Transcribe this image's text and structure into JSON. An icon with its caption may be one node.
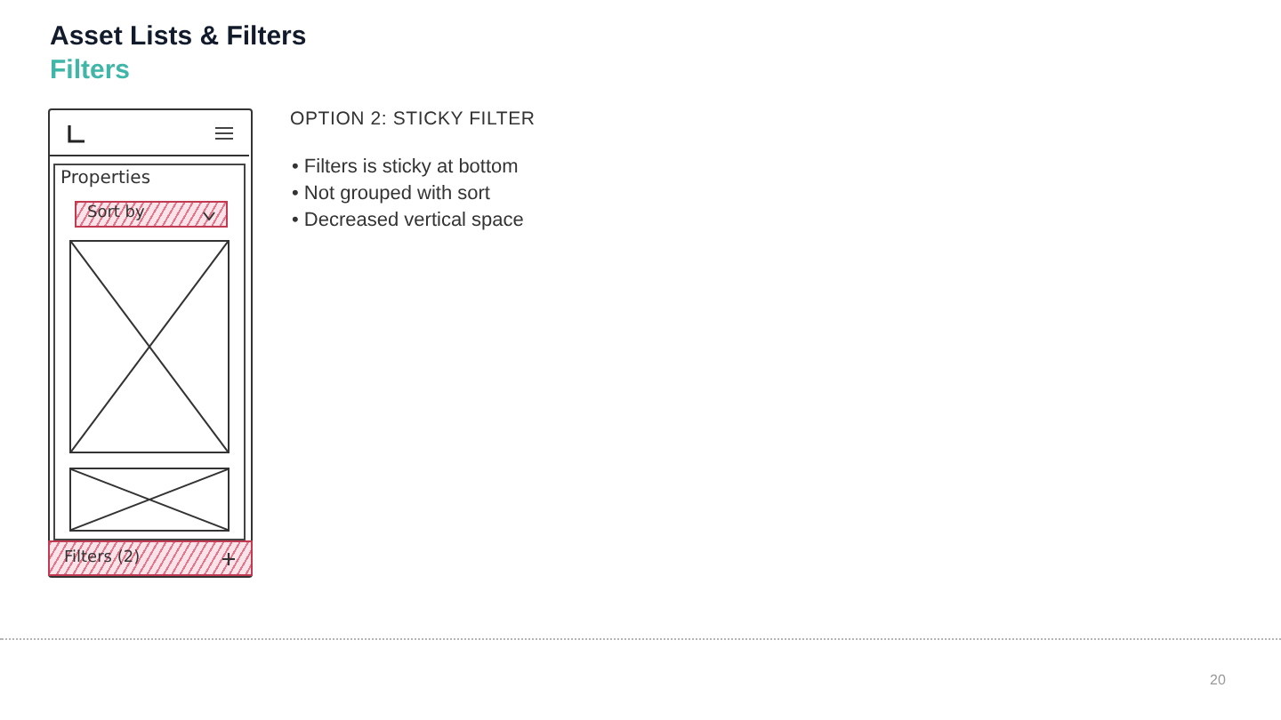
{
  "diagram": {
    "title": "Asset Lists & Filters",
    "nodes": [
      {
        "text": [],
        "shape": "box"
      },
      {
        "text": [
          "Properties"
        ],
        "in": 0
      },
      {
        "text": [
          "Sort by"
        ],
        "in": 1
      },
      {
        "text": [],
        "shape": "box",
        "in": 1
      },
      {
        "text": [],
        "shape": "box",
        "in": 1
      },
      {
        "text": [
          "Filters (2)"
        ],
        "in": 0
      }
    ],
    "edges": [],
    "labels": [
      "Filters",
      "OPTION 2: STICKY FILTER",
      "• Filters is sticky at bottom",
      "• Not grouped with sort",
      "• Decreased vertical space",
      "20"
    ]
  }
}
